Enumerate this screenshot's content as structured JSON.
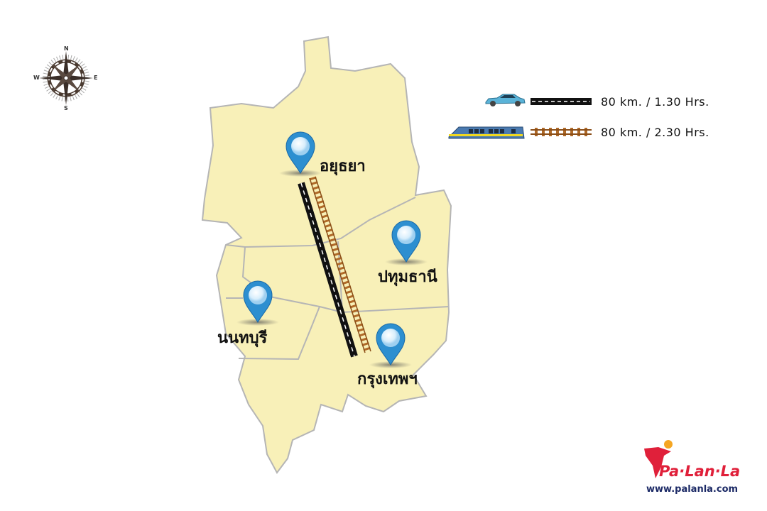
{
  "compass": {
    "n": "N",
    "e": "E",
    "s": "S",
    "w": "W"
  },
  "provinces": [
    {
      "name": "อยุธยา"
    },
    {
      "name": "ปทุมธานี"
    },
    {
      "name": "นนทบุรี"
    },
    {
      "name": "กรุงเทพฯ"
    }
  ],
  "legend": [
    {
      "mode": "car",
      "route": "road",
      "text": "80  km.  /  1.30  Hrs."
    },
    {
      "mode": "train",
      "route": "railway",
      "text": "80  km.  /  2.30  Hrs."
    }
  ],
  "logo": {
    "name": "Pa·Lan·La",
    "url": "www.palanla.com"
  },
  "colors": {
    "land": "#f8f0b8",
    "border": "#b8b8b8",
    "pin": "#2d8fd0",
    "road": "#111111",
    "rail": "#b06a28"
  }
}
